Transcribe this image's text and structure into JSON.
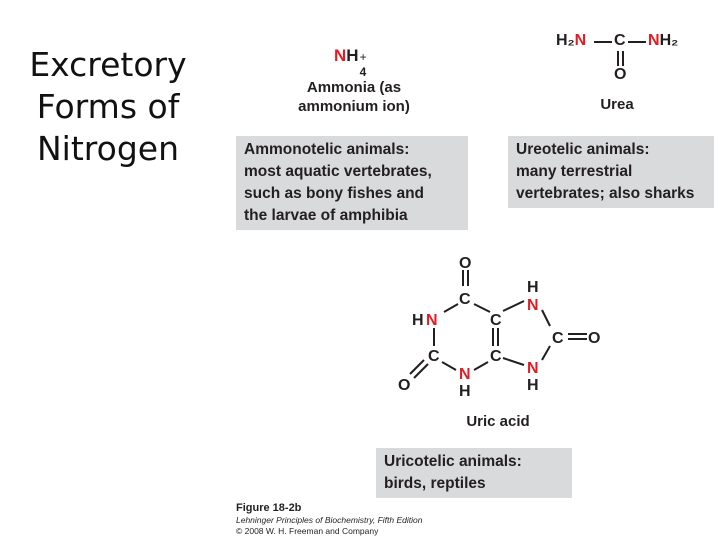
{
  "title": {
    "lines": [
      "Excretory",
      "Forms of",
      "Nitrogen"
    ]
  },
  "ammonia": {
    "formula_N": "N",
    "formula_H": "H",
    "formula_sub": "4",
    "formula_sup": "+",
    "caption_lines": [
      "Ammonia (as",
      "ammonium  ion)"
    ]
  },
  "urea": {
    "left_h2": "H₂",
    "left_n": "N",
    "carbon": "C",
    "right_n": "N",
    "right_h2": "H₂",
    "oxygen": "O",
    "caption": "Urea"
  },
  "ammonotelic_box": {
    "lines": [
      "Ammonotelic animals:",
      "most aquatic vertebrates,",
      "such as bony fishes and",
      "the larvae of amphibia"
    ]
  },
  "ureotelic_box": {
    "lines": [
      "Ureotelic animals:",
      "many terrestrial",
      "vertebrates; also sharks"
    ]
  },
  "uric_acid": {
    "top_oxygen": "O",
    "c2": "C",
    "hn": "H",
    "n1": "N",
    "c4": "C",
    "c5": "C",
    "c6": "C",
    "left_oxygen": "O",
    "n3": "N",
    "h3": "H",
    "h_n7": "H",
    "n7": "N",
    "c8": "C",
    "right_oxygen": "O",
    "n9": "N",
    "h_n9": "H",
    "caption": "Uric acid"
  },
  "uricotelic_box": {
    "lines": [
      "Uricotelic animals:",
      "birds, reptiles"
    ]
  },
  "figure_credit": {
    "label": "Figure 18-2b",
    "book": "Lehninger Principles of Biochemistry, Fifth Edition",
    "copyright": "© 2008 W. H. Freeman and Company"
  },
  "colors": {
    "nitrogen": "#e31b23",
    "text": "#231f20",
    "box_fill": "#d9dadb"
  }
}
